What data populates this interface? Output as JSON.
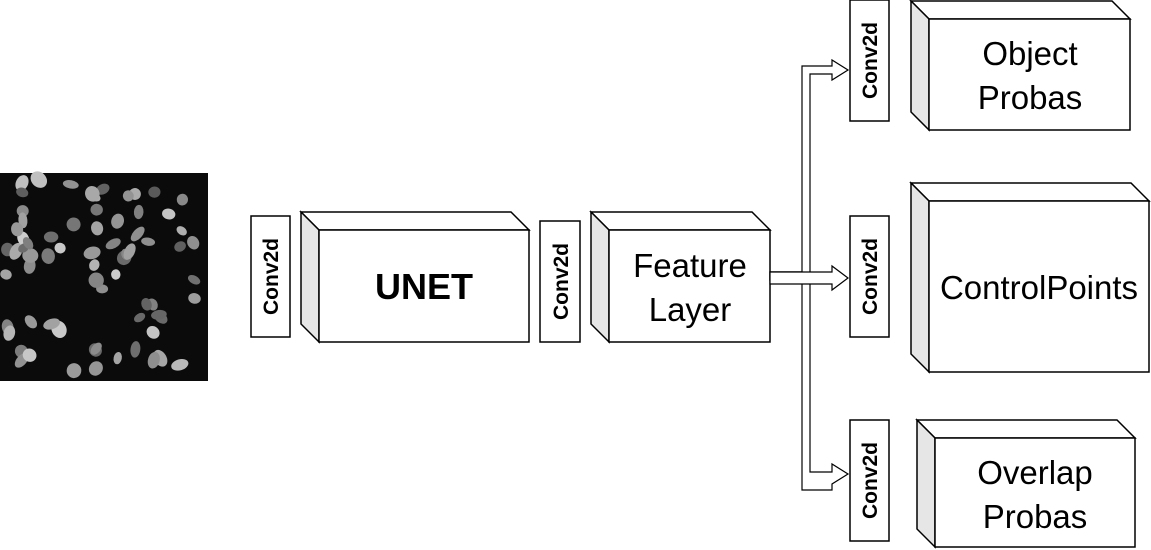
{
  "conv_label": "Conv2d",
  "unet_label": "UNET",
  "feature_layer": [
    "Feature",
    "Layer"
  ],
  "outputs": {
    "object_probas": [
      "Object",
      "Probas"
    ],
    "control_points": "ControlPoints",
    "overlap_probas": [
      "Overlap",
      "Probas"
    ]
  },
  "colors": {
    "box_fill": "#ffffff",
    "box_side": "#e6e6e6",
    "stroke": "#000000",
    "arrow_fill": "#ffffff"
  }
}
